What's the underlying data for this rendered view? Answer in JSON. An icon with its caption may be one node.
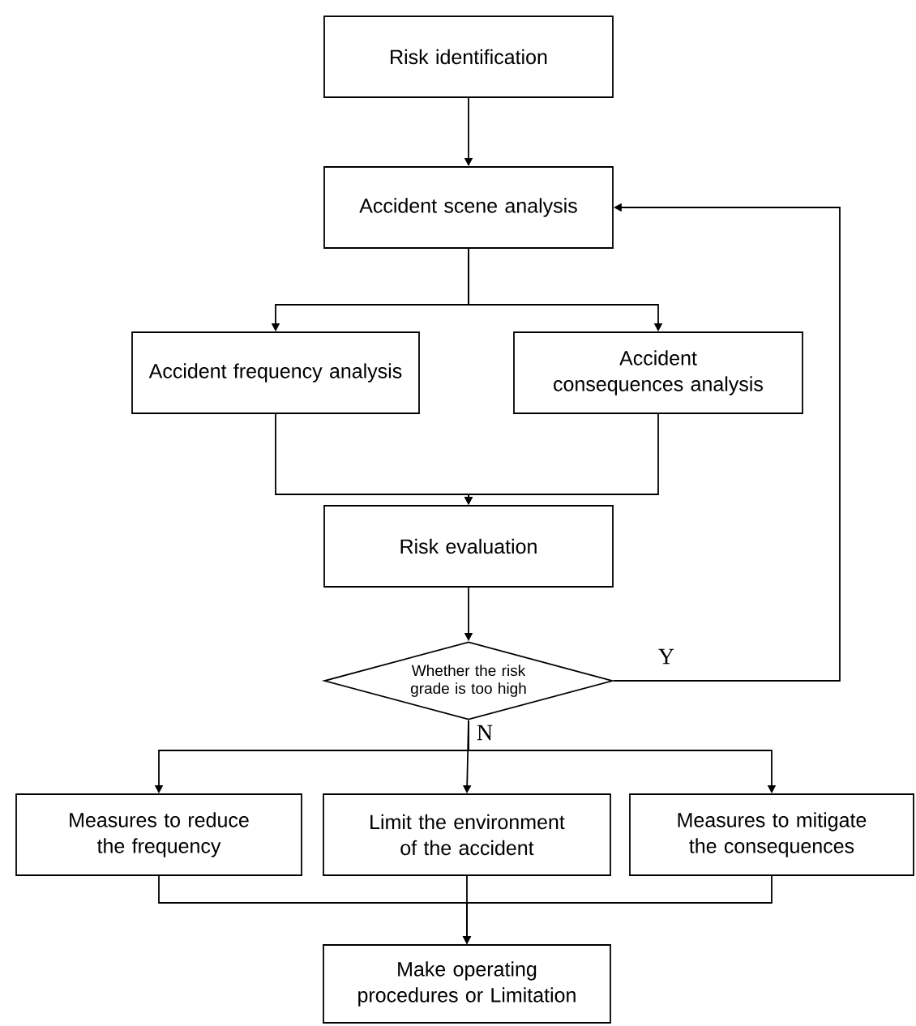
{
  "diagram": {
    "nodes": [
      {
        "text": [
          "Risk identification"
        ]
      },
      {
        "text": [
          "Accident scene analysis"
        ]
      },
      {
        "text": [
          "Accident frequency analysis"
        ]
      },
      {
        "text": [
          "Accident consequences analysis"
        ]
      },
      {
        "text": [
          "Risk evaluation"
        ]
      },
      {
        "text": [
          "Whether the risk grade is too high"
        ]
      },
      {
        "text": [
          "Measures to reduce the frequency"
        ]
      },
      {
        "text": [
          "Limit the environment of the accident"
        ]
      },
      {
        "text": [
          "Measures to mitigate the consequences"
        ]
      },
      {
        "text": [
          "Make operating procedures or Limitation"
        ]
      }
    ],
    "edges": [
      {
        "from": 0,
        "to": 1,
        "arrow": "to"
      },
      {
        "from": 1,
        "to": 2,
        "arrow": "to"
      },
      {
        "from": 1,
        "to": 3,
        "arrow": "to"
      },
      {
        "from": 2,
        "to": 4,
        "arrow": "to"
      },
      {
        "from": 3,
        "to": 4,
        "arrow": "to"
      },
      {
        "from": 4,
        "to": 5,
        "arrow": "to"
      },
      {
        "from": 5,
        "to": 1,
        "arrow": "to",
        "label": "Y"
      },
      {
        "from": 5,
        "to": 6,
        "arrow": "to"
      },
      {
        "from": 5,
        "to": 7,
        "arrow": "to",
        "label": "N"
      },
      {
        "from": 5,
        "to": 8,
        "arrow": "to"
      },
      {
        "from": 6,
        "to": 9,
        "arrow": "to"
      },
      {
        "from": 7,
        "to": 9,
        "arrow": "to"
      },
      {
        "from": 8,
        "to": 9,
        "arrow": "to"
      }
    ]
  }
}
